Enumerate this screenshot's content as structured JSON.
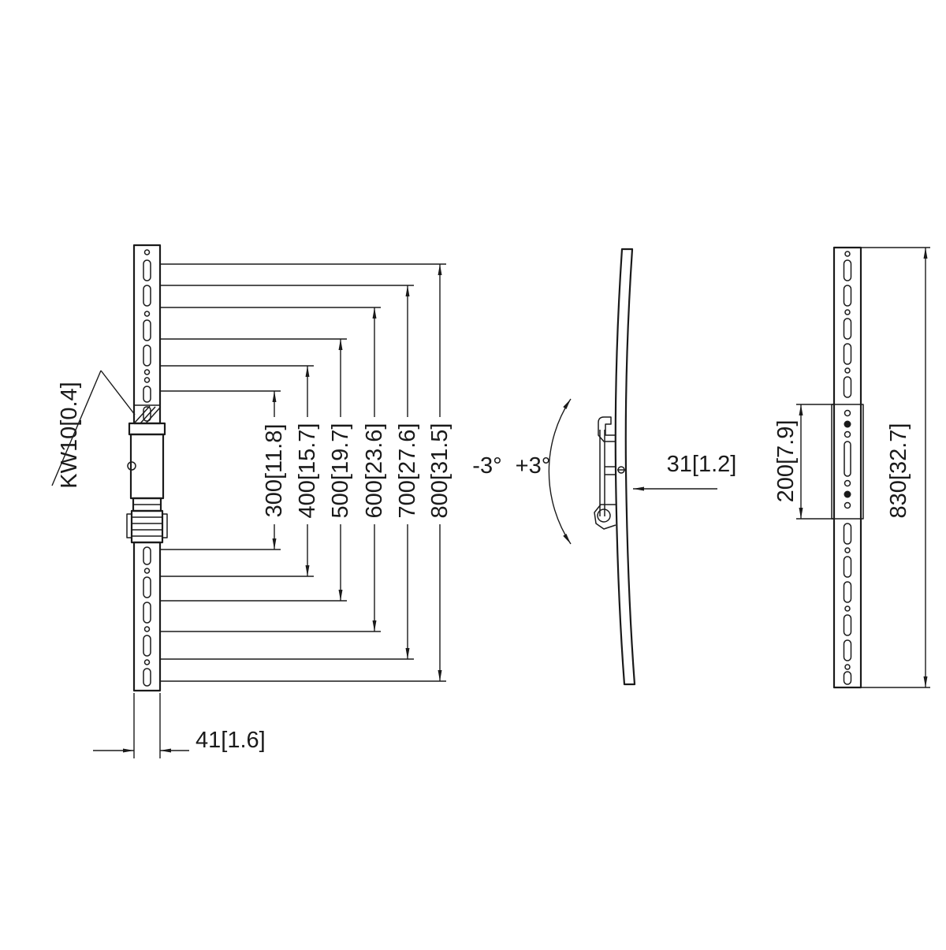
{
  "colors": {
    "line": "#1a1a1a",
    "background": "#ffffff"
  },
  "front_view": {
    "leader_label": "KW10[0.4]",
    "width_dim": {
      "label": "41[1.6]"
    },
    "span_dims": [
      {
        "label": "300[11.8]"
      },
      {
        "label": "400[15.7]"
      },
      {
        "label": "500[19.7]"
      },
      {
        "label": "600[23.6]"
      },
      {
        "label": "700[27.6]"
      },
      {
        "label": "800[31.5]"
      }
    ]
  },
  "side_view": {
    "tilt_negative": "-3°",
    "tilt_positive": "+3°",
    "depth_dim": {
      "label": "31[1.2]"
    }
  },
  "back_view": {
    "mid_span_dim": {
      "label": "200[7.9]"
    },
    "height_dim": {
      "label": "830[32.7]"
    }
  }
}
